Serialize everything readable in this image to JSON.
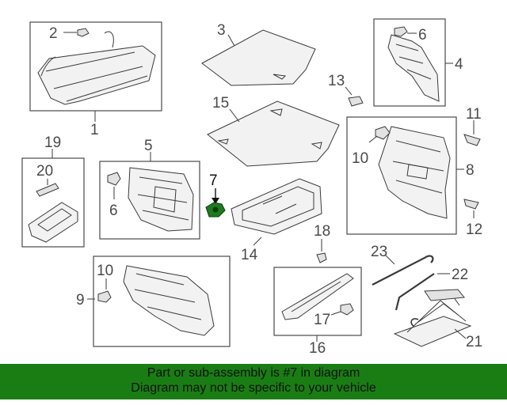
{
  "diagram": {
    "callouts": {
      "c1": "1",
      "c2": "2",
      "c3": "3",
      "c4": "4",
      "c5": "5",
      "c6a": "6",
      "c6b": "6",
      "c7": "7",
      "c8": "8",
      "c9": "9",
      "c10a": "10",
      "c10b": "10",
      "c11": "11",
      "c12": "12",
      "c13": "13",
      "c14": "14",
      "c15": "15",
      "c16": "16",
      "c17": "17",
      "c18": "18",
      "c19": "19",
      "c20": "20",
      "c21": "21",
      "c22": "22",
      "c23": "23"
    },
    "highlight_color": "#1e7a1e"
  },
  "footer": {
    "line1": "Part or sub-assembly is #7 in diagram",
    "line2": "Diagram may not be specific to your vehicle",
    "background": "#1a7d14"
  }
}
